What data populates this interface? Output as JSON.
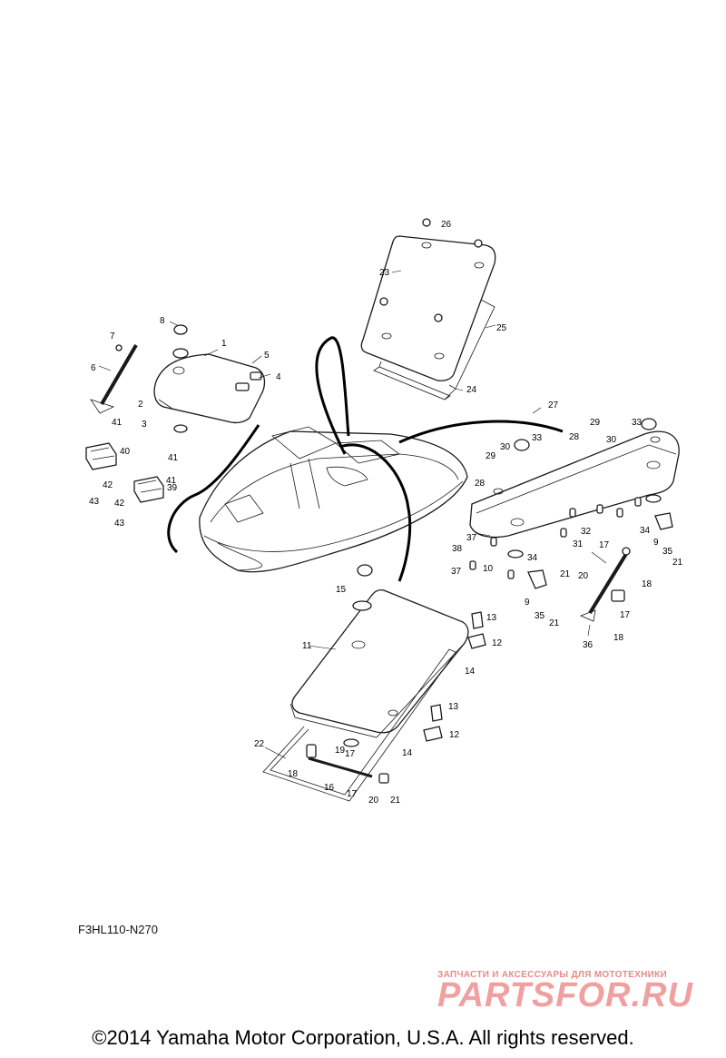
{
  "diagram": {
    "code": "F3HL110-N270",
    "copyright": "©2014 Yamaha Motor Corporation, U.S.A. All rights reserved.",
    "watermark": {
      "tagline": "ЗАПЧАСТИ И АКСЕССУАРЫ ДЛЯ МОТОТЕХНИКИ",
      "logo": "PARTSFOR.RU"
    },
    "callouts": [
      "1",
      "2",
      "3",
      "4",
      "5",
      "6",
      "7",
      "8",
      "9",
      "10",
      "11",
      "12",
      "13",
      "14",
      "15",
      "16",
      "17",
      "18",
      "19",
      "20",
      "21",
      "22",
      "23",
      "24",
      "25",
      "26",
      "27",
      "28",
      "29",
      "30",
      "31",
      "32",
      "33",
      "34",
      "35",
      "36",
      "37",
      "38",
      "39",
      "40",
      "41",
      "42",
      "43"
    ]
  }
}
